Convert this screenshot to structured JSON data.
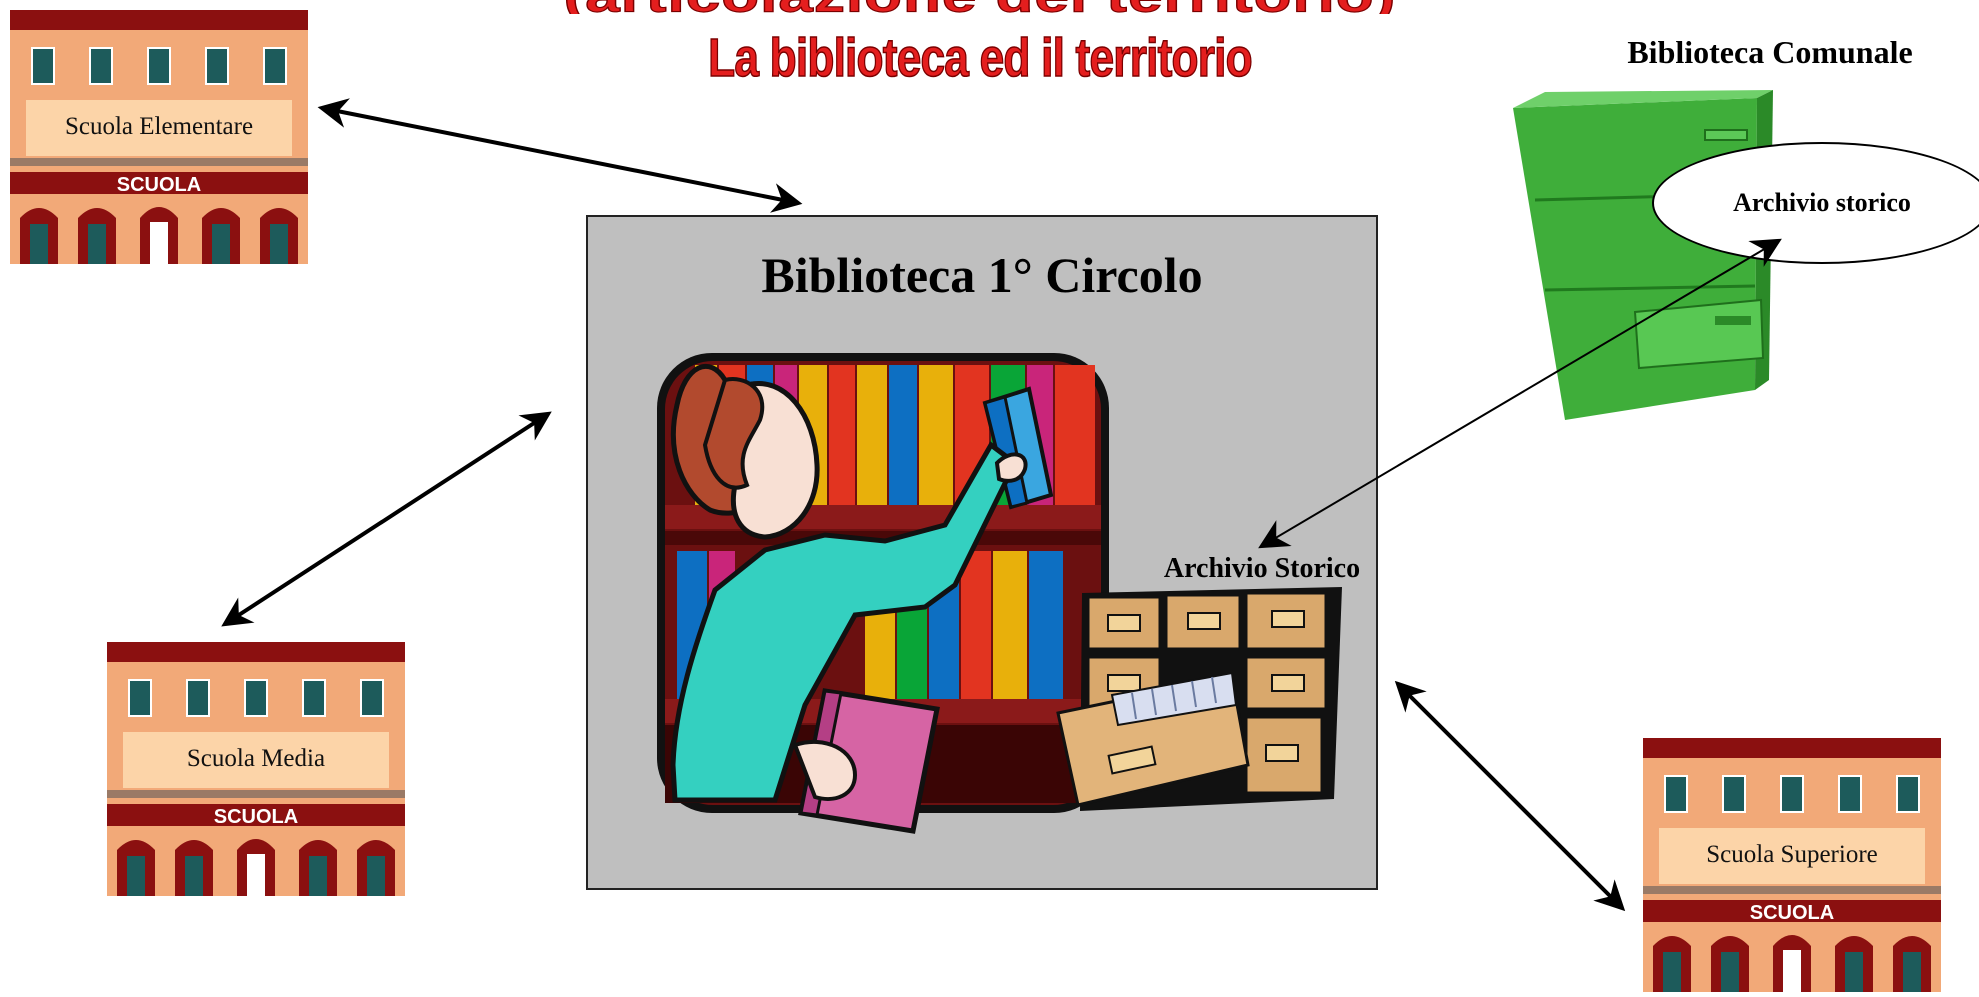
{
  "title": {
    "cut_line": "(articolazione del territorio)",
    "subtitle": "La biblioteca ed il territorio"
  },
  "main": {
    "title": "Biblioteca 1° Circolo",
    "archive_label": "Archivio Storico"
  },
  "comunale": {
    "label": "Biblioteca Comunale",
    "archive_bubble": "Archivio storico"
  },
  "schools": [
    {
      "label": "Scuola Elementare",
      "sign": "SCUOLA"
    },
    {
      "label": "Scuola Media",
      "sign": "SCUOLA"
    },
    {
      "label": "Scuola Superiore",
      "sign": "SCUOLA"
    }
  ],
  "colors": {
    "title_red": "#e41e1e",
    "box_grey": "#bfbfbf",
    "building_orange": "#f2a978",
    "building_dark_red": "#8b1010",
    "cabinet_green": "#3fae3a",
    "drawer_wood": "#d9a86c"
  }
}
